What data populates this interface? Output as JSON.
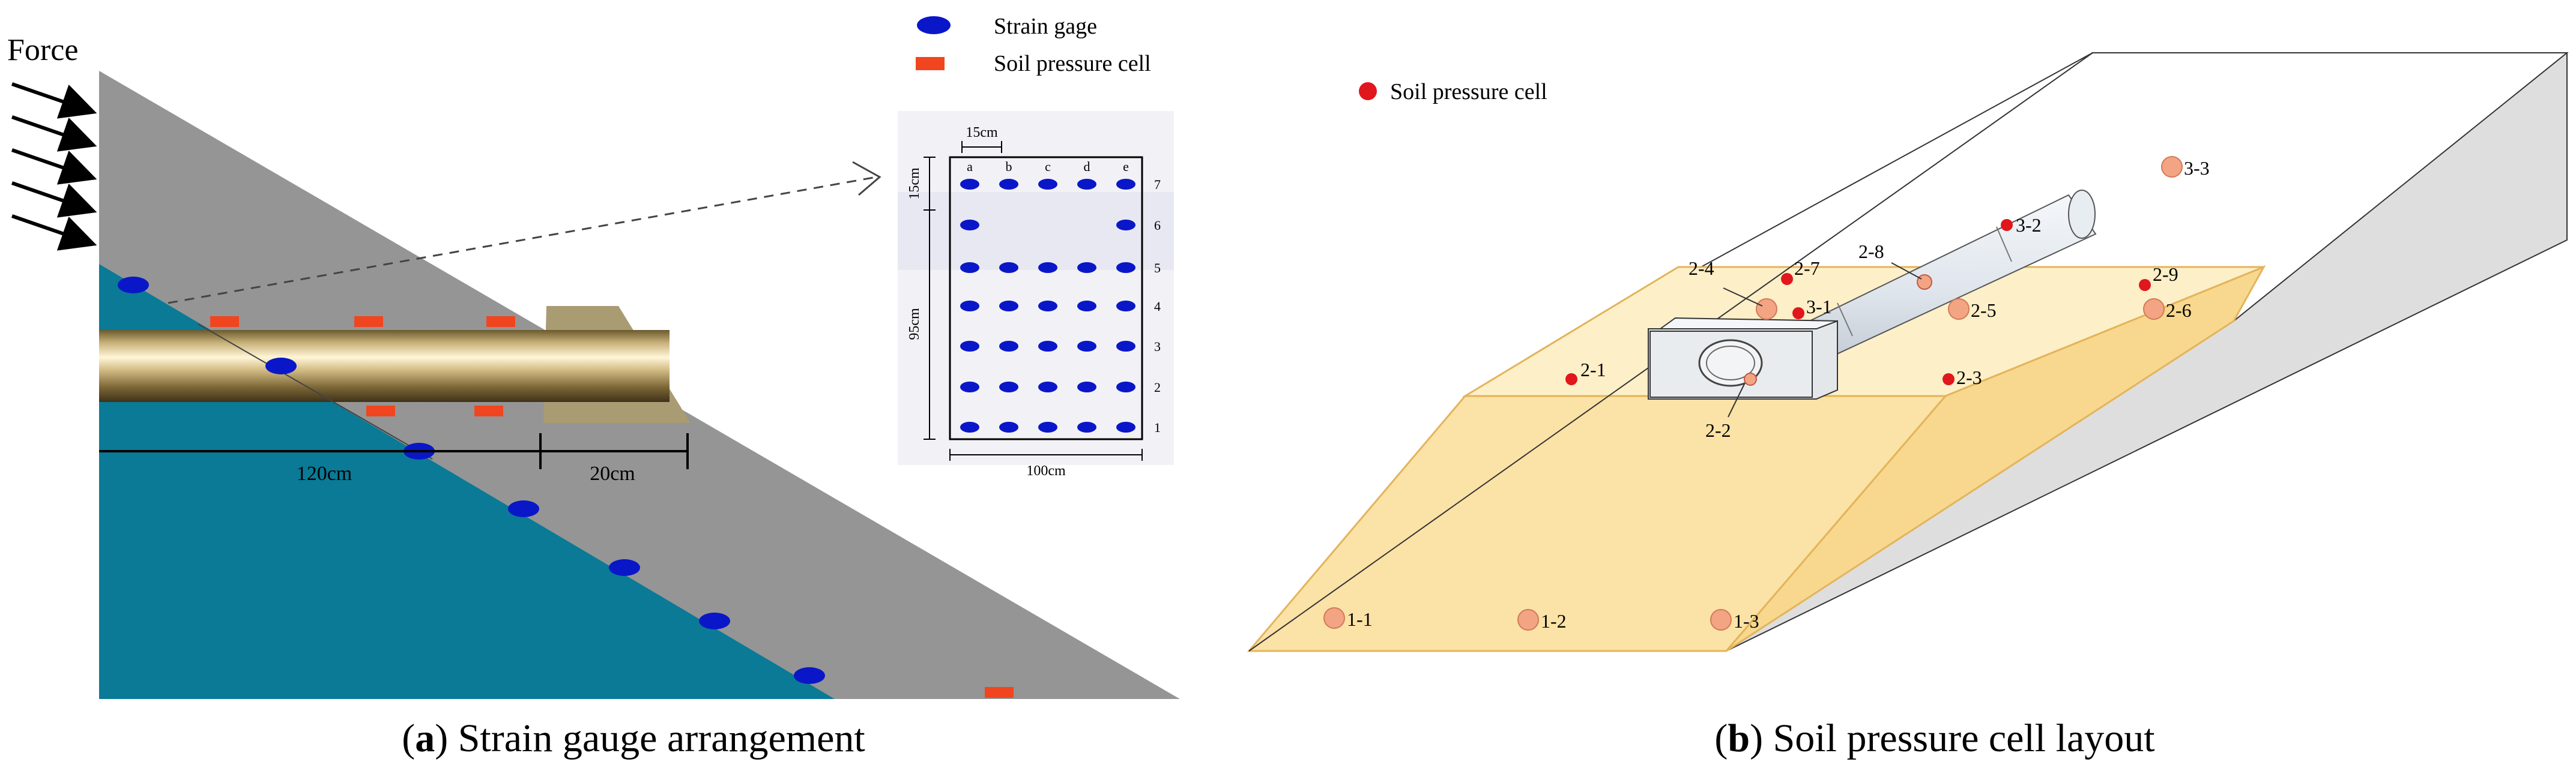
{
  "panel_a": {
    "force_label": "Force",
    "legend": {
      "strain_gage": "Strain gage",
      "soil_pressure_cell": "Soil pressure cell"
    },
    "dimensions": {
      "pipe_length": "120cm",
      "cap_length": "20cm"
    },
    "grid": {
      "columns": [
        "a",
        "b",
        "c",
        "d",
        "e"
      ],
      "rows": [
        "7",
        "6",
        "5",
        "4",
        "3",
        "2",
        "1"
      ],
      "col_spacing": "15cm",
      "row_spacing": "15cm",
      "height": "95cm",
      "width": "100cm"
    },
    "caption_letter": "a",
    "caption_text": " Strain gauge arrangement",
    "colors": {
      "slope_gray": "#959595",
      "water_teal": "#0a7a96",
      "gauge_blue": "#0a17c8",
      "cell_red": "#f0451e"
    }
  },
  "panel_b": {
    "legend": {
      "soil_pressure_cell": "Soil pressure cell"
    },
    "cell_labels": {
      "c11": "1-1",
      "c12": "1-2",
      "c13": "1-3",
      "c21": "2-1",
      "c22": "2-2",
      "c23": "2-3",
      "c24": "2-4",
      "c25": "2-5",
      "c26": "2-6",
      "c27": "2-7",
      "c28": "2-8",
      "c29": "2-9",
      "c31": "3-1",
      "c32": "3-2",
      "c33": "3-3"
    },
    "caption_letter": "b",
    "caption_text": " Soil pressure cell layout",
    "colors": {
      "fill_orange": "#fbe2a6",
      "cell_red": "#e0171c",
      "cell_pale": "#f3a583"
    }
  }
}
